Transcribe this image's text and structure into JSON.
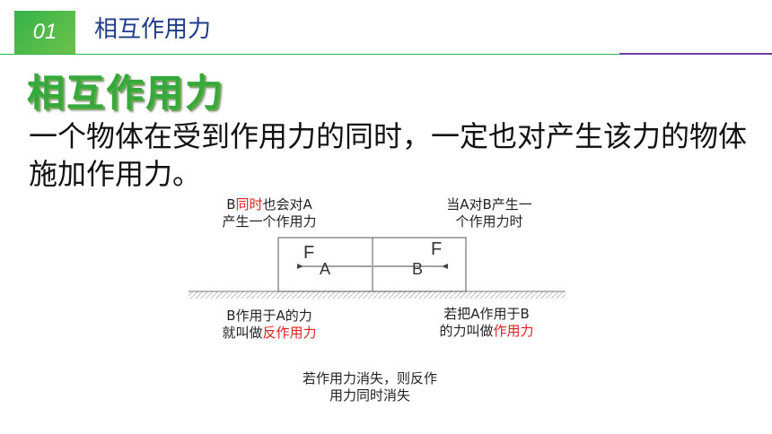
{
  "header": {
    "number": "01",
    "title": "相互作用力"
  },
  "main": {
    "title": "相互作用力",
    "definition": "一个物体在受到作用力的同时，一定也对产生该力的物体施加作用力。"
  },
  "diagram": {
    "box_a_letter": "A",
    "box_b_letter": "B",
    "force_left": "F",
    "force_right": "F",
    "top_left": {
      "line1_prefix": "B",
      "line1_red": "同时",
      "line1_suffix": "也会对A",
      "line2": "产生一个作用力"
    },
    "top_right": {
      "line1": "当A对B产生一",
      "line2": "个作用力时"
    },
    "bottom_left": {
      "line1": "B作用于A的力",
      "line2_prefix": "就叫做",
      "line2_red": "反作用力"
    },
    "bottom_right": {
      "line1": "若把A作用于B",
      "line2_prefix": "的力叫做",
      "line2_red": "作用力"
    },
    "footer": {
      "line1": "若作用力消失，则反作",
      "line2": "用力同时消失"
    }
  },
  "colors": {
    "accent_green": "#35b34a",
    "title_blue": "#1f3b8a",
    "highlight_red": "#e02020"
  }
}
